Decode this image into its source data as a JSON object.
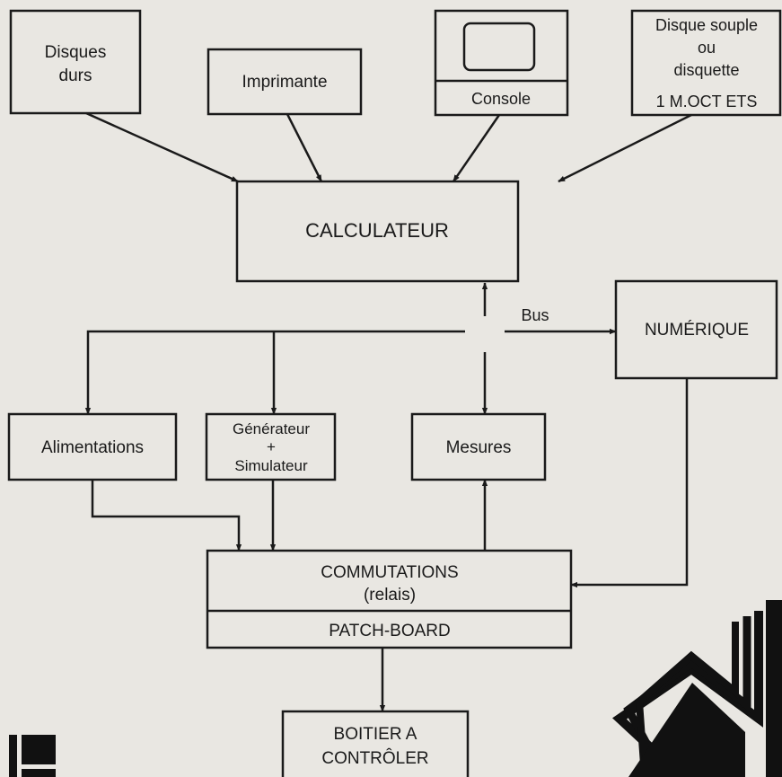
{
  "nodes": {
    "disques_durs": [
      "Disques",
      "durs"
    ],
    "imprimante": [
      "Imprimante"
    ],
    "console": [
      "Console"
    ],
    "disque_souple": [
      "Disque souple",
      "ou",
      "disquette",
      "1 M.OCT ETS"
    ],
    "calculateur": [
      "CALCULATEUR"
    ],
    "numerique": [
      "NUMÉRIQUE"
    ],
    "alimentations": [
      "Alimentations"
    ],
    "generateur": [
      "Générateur",
      "+",
      "Simulateur"
    ],
    "mesures": [
      "Mesures"
    ],
    "commutations": [
      "COMMUTATIONS",
      "(relais)"
    ],
    "patch_board": [
      "PATCH-BOARD"
    ],
    "boitier": [
      "BOITIER A",
      "CONTRÔLER"
    ]
  },
  "edges": {
    "bus_label": "Bus"
  }
}
